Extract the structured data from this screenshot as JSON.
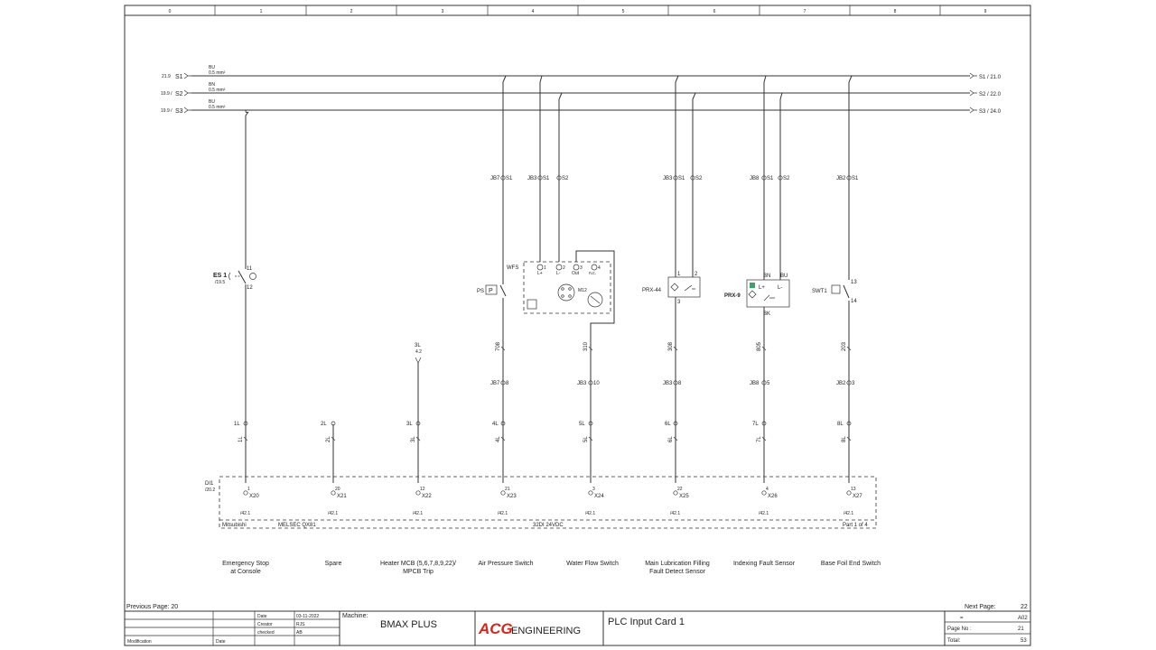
{
  "grid_columns": [
    "0",
    "1",
    "2",
    "3",
    "4",
    "5",
    "6",
    "7",
    "8",
    "9"
  ],
  "rails": [
    {
      "in_ref": "21.9",
      "name": "S1",
      "color": "BU",
      "size": "0.5 mm²",
      "out": "S1 / 21.0"
    },
    {
      "in_ref": "19.9 /",
      "name": "S2",
      "color": "BN",
      "size": "0.5 mm²",
      "out": "S2 / 22.0"
    },
    {
      "in_ref": "19.9 /",
      "name": "S3",
      "color": "BU",
      "size": "0.5 mm²",
      "out": "S3 / 24.0"
    }
  ],
  "junctions": {
    "c4_jb7": "JB7",
    "c4_s1": "S1",
    "c4b_jb3": "JB3",
    "c4b_s1": "S1",
    "c4b_s2": "S2",
    "c6_jb3": "JB3",
    "c6_s1": "S1",
    "c6_s2": "S2",
    "c7_jb8": "JB8",
    "c7_s1": "S1",
    "c7_s2": "S2",
    "c8_jb2": "JB2",
    "c8_s1": "S1"
  },
  "devices": {
    "es1": {
      "tag": "ES 1",
      "ref": "/19.5",
      "t1": "11",
      "t2": "12"
    },
    "wfs": {
      "tag": "WFS",
      "pins": [
        "1",
        "2",
        "3",
        "4"
      ],
      "pin_labels": [
        "L+",
        "L-",
        "Out",
        "n.c."
      ],
      "connector": "M12"
    },
    "ps": {
      "tag": "PS",
      "sym": "P"
    },
    "prx44": {
      "tag": "PRX-44",
      "t1": "1",
      "t2": "2",
      "t3": "3"
    },
    "prx9": {
      "tag": "PRX-9",
      "bn": "BN",
      "bu": "BU",
      "bk": "BK",
      "lp": "L+",
      "lm": "L-"
    },
    "swt1": {
      "tag": "SWT1",
      "t1": "13",
      "t2": "14"
    },
    "heater": {
      "lbl": "3L",
      "ref": "4.2"
    }
  },
  "wires": {
    "w708": "708",
    "w310": "310",
    "w308": "308",
    "w805": "805",
    "w203": "203",
    "jb7": "JB7",
    "jb7n": "8",
    "jb3a": "JB3",
    "jb3an": "10",
    "jb3b": "JB3",
    "jb3bn": "8",
    "jb8": "JB8",
    "jb8n": "5",
    "jb2": "JB2",
    "jb2n": "3"
  },
  "channels": [
    {
      "wire": "1L",
      "pin": "1",
      "x": "X20"
    },
    {
      "wire": "2L",
      "pin": "20",
      "x": "X21"
    },
    {
      "wire": "3L",
      "pin": "12",
      "x": "X22"
    },
    {
      "wire": "4L",
      "pin": "21",
      "x": "X23"
    },
    {
      "wire": "5L",
      "pin": "3",
      "x": "X24"
    },
    {
      "wire": "6L",
      "pin": "22",
      "x": "X25"
    },
    {
      "wire": "7L",
      "pin": "4",
      "x": "X26"
    },
    {
      "wire": "8L",
      "pin": "13",
      "x": "X27"
    }
  ],
  "card": {
    "tag": "DI1",
    "ref": "/20.2",
    "mfr": "Mitsubishi",
    "model": "MELSEC QX81",
    "spec": "32DI 24VDC",
    "part": "Part 1 of 4",
    "xref": "/42.1"
  },
  "descriptions": [
    [
      "Emergency Stop",
      "at Console"
    ],
    [
      "Spare",
      ""
    ],
    [
      "Heater MCB (5,6,7,8,9,22)/",
      "MPCB Trip"
    ],
    [
      "Air Pressure Switch",
      ""
    ],
    [
      "Water Flow Switch",
      ""
    ],
    [
      "Main Lubrication Filling",
      "Fault Detect Sensor"
    ],
    [
      "Indexing Fault Sensor",
      ""
    ],
    [
      "Base Foil End Switch",
      ""
    ]
  ],
  "nav": {
    "previous": "Previous Page: 20",
    "next_label": "Next Page:",
    "next_value": "22"
  },
  "title_block": {
    "date_label": "Date",
    "date_value": "03-11-2022",
    "creator_label": "Creator",
    "creator_value": "RJS",
    "checked_label": "checked",
    "checked_value": "AB",
    "modification_label": "Modification",
    "mod_date_label": "Date",
    "machine_label": "Machine:",
    "machine_value": "BMAX PLUS",
    "logo_main": "ACG",
    "logo_sub": "ENGINEERING",
    "sheet_title": "PLC Input Card 1",
    "eq_label": "=",
    "eq_value": "A02",
    "page_label": "Page No :",
    "page_value": "21",
    "total_label": "Total:",
    "total_value": "53"
  },
  "colors": {
    "logo_red": "#d7261e",
    "line": "#333333"
  }
}
